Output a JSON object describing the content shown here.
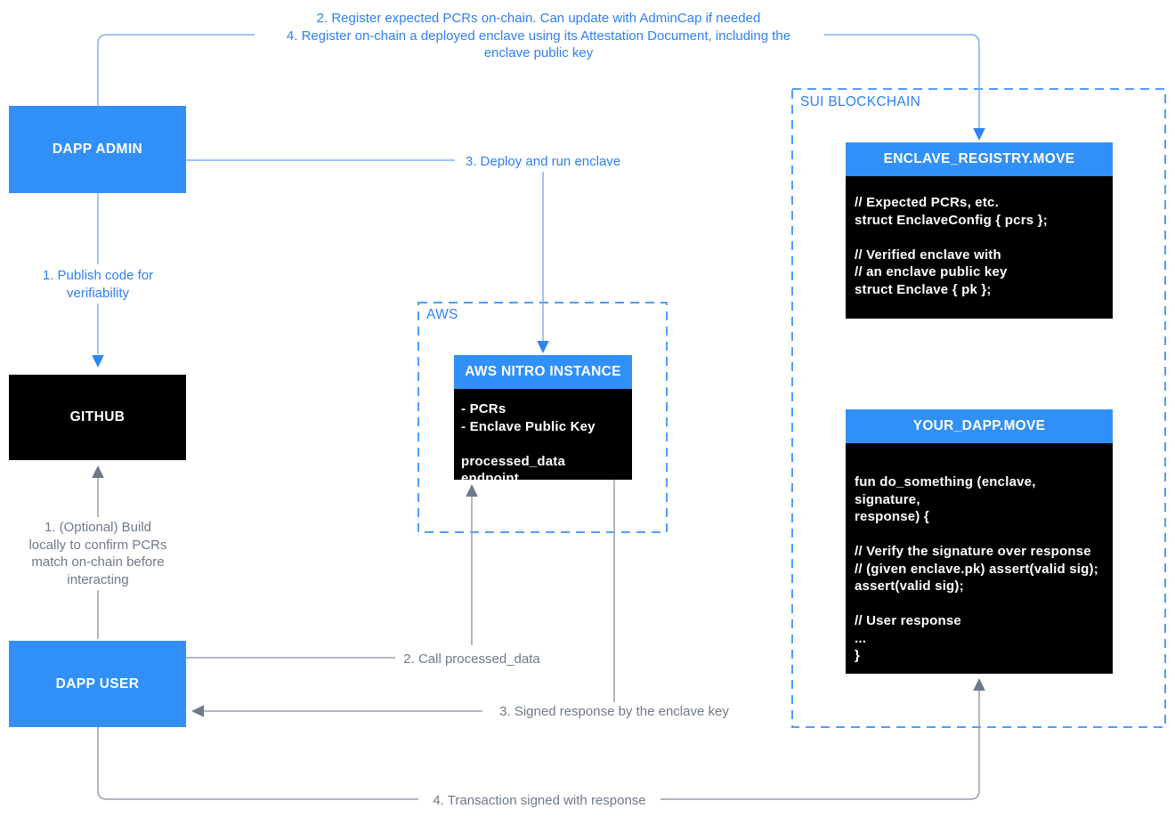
{
  "nodes": {
    "dapp_admin": {
      "label": "DAPP ADMIN"
    },
    "github": {
      "label": "GITHUB"
    },
    "dapp_user": {
      "label": "DAPP USER"
    },
    "aws_group": {
      "label": "AWS"
    },
    "aws_nitro": {
      "title": "AWS NITRO INSTANCE",
      "body": [
        "- PCRs",
        "- Enclave Public Key",
        "",
        "processed_data endpoint"
      ]
    },
    "sui_group": {
      "label": "SUI BLOCKCHAIN"
    },
    "enclave_registry": {
      "title": "ENCLAVE_REGISTRY.MOVE",
      "code": [
        "// Expected PCRs, etc.",
        "struct EnclaveConfig { pcrs };",
        "",
        "// Verified enclave with",
        "// an enclave public key",
        "struct Enclave { pk };"
      ]
    },
    "your_dapp": {
      "title": "YOUR_DAPP.MOVE",
      "code": [
        "fun do_something (enclave, signature,",
        "response) {",
        "",
        "// Verify the signature over response",
        "// (given enclave.pk) assert(valid sig);",
        "assert(valid sig);",
        "",
        "// User response",
        "...",
        "}"
      ]
    }
  },
  "edges": {
    "register_pcrs": [
      "2. Register expected PCRs on-chain. Can update with AdminCap if needed",
      "4. Register on-chain a deployed enclave using its Attestation Document, including the",
      "enclave public key"
    ],
    "deploy": "3. Deploy and run enclave",
    "publish": [
      "1. Publish code for",
      "verifiability"
    ],
    "optional_build": [
      "1. (Optional) Build",
      "locally to confirm PCRs",
      "match on-chain before",
      "interacting"
    ],
    "call_processed": "2. Call processed_data",
    "signed_response": "3. Signed response by the enclave key",
    "transaction": "4. Transaction signed with response"
  },
  "colors": {
    "box_blue": "#3190F7",
    "box_black": "#000000",
    "text_blue": "#2E80F0",
    "line_light_blue": "#7FAFF5",
    "arrow_blue": "#2E86F4",
    "dashed_border_blue": "#4F9EFC",
    "line_gray": "#99A1AC",
    "arrow_gray": "#6E7989",
    "text_gray": "#6E7989",
    "text_white": "#FFFFFF"
  }
}
